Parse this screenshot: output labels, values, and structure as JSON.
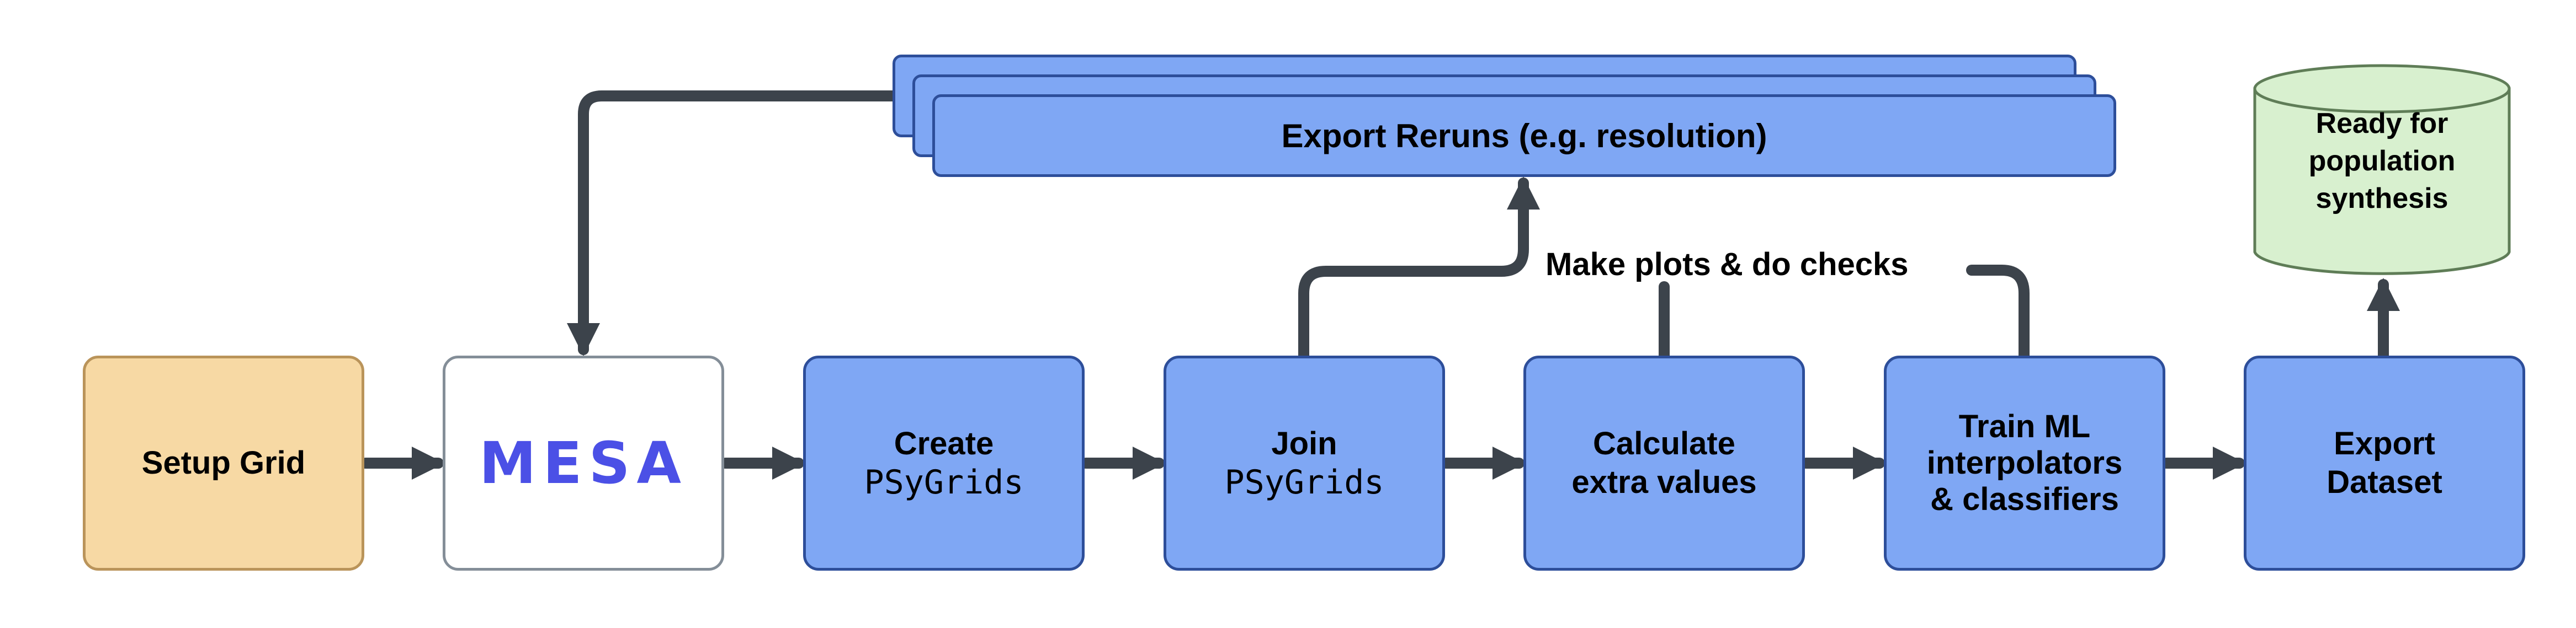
{
  "flowchart": {
    "export_reruns": {
      "label": "Export Reruns (e.g. resolution)"
    },
    "annotations": {
      "make_plots": "Make plots & do checks"
    },
    "nodes": {
      "setup_grid": {
        "label": "Setup Grid"
      },
      "mesa": {
        "logo_text": "MESA"
      },
      "create_psygrids": {
        "title": "Create",
        "code": "PSyGrids"
      },
      "join_psygrids": {
        "title": "Join",
        "code": "PSyGrids"
      },
      "calculate_extra_values": {
        "lines": [
          "Calculate",
          "extra values"
        ]
      },
      "train_ml": {
        "lines": [
          "Train ML",
          "interpolators",
          "& classifiers"
        ]
      },
      "export_dataset": {
        "lines": [
          "Export",
          "Dataset"
        ]
      },
      "ready_database": {
        "lines": [
          "Ready for",
          "population",
          "synthesis"
        ]
      }
    },
    "colors": {
      "process_fill": "#7FA7F4",
      "process_stroke": "#2D4E9A",
      "setup_fill": "#F7D9A4",
      "setup_stroke": "#BA945A",
      "database_fill": "#D8F0CF",
      "database_stroke": "#5F7D57",
      "connector": "#3C434B",
      "mesa_logo_color": "#4B50E6"
    }
  }
}
